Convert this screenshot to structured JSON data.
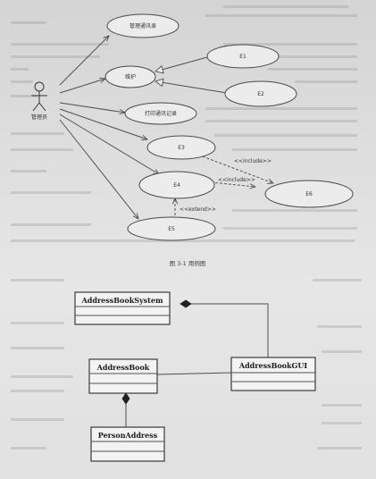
{
  "use_case": {
    "actor_label": "管理员",
    "use_cases": [
      {
        "id": "uc-top",
        "label": "管理通讯录"
      },
      {
        "id": "uc-mid",
        "label": "维护"
      },
      {
        "id": "uc-print",
        "label": "打印通讯记录"
      },
      {
        "id": "uc-e1",
        "label": "E1"
      },
      {
        "id": "uc-e2",
        "label": "E2"
      },
      {
        "id": "uc-e3",
        "label": "E3"
      },
      {
        "id": "uc-e4",
        "label": "E4"
      },
      {
        "id": "uc-e5",
        "label": "E5"
      },
      {
        "id": "uc-e6",
        "label": "E6"
      }
    ],
    "stereotypes": {
      "include": "<<include>>",
      "extend": "<<extend>>"
    },
    "caption": "图 3-1 用例图"
  },
  "class_diagram": {
    "classes": {
      "system": "AddressBookSystem",
      "book": "AddressBook",
      "gui": "AddressBookGUI",
      "person": "PersonAddress"
    }
  }
}
